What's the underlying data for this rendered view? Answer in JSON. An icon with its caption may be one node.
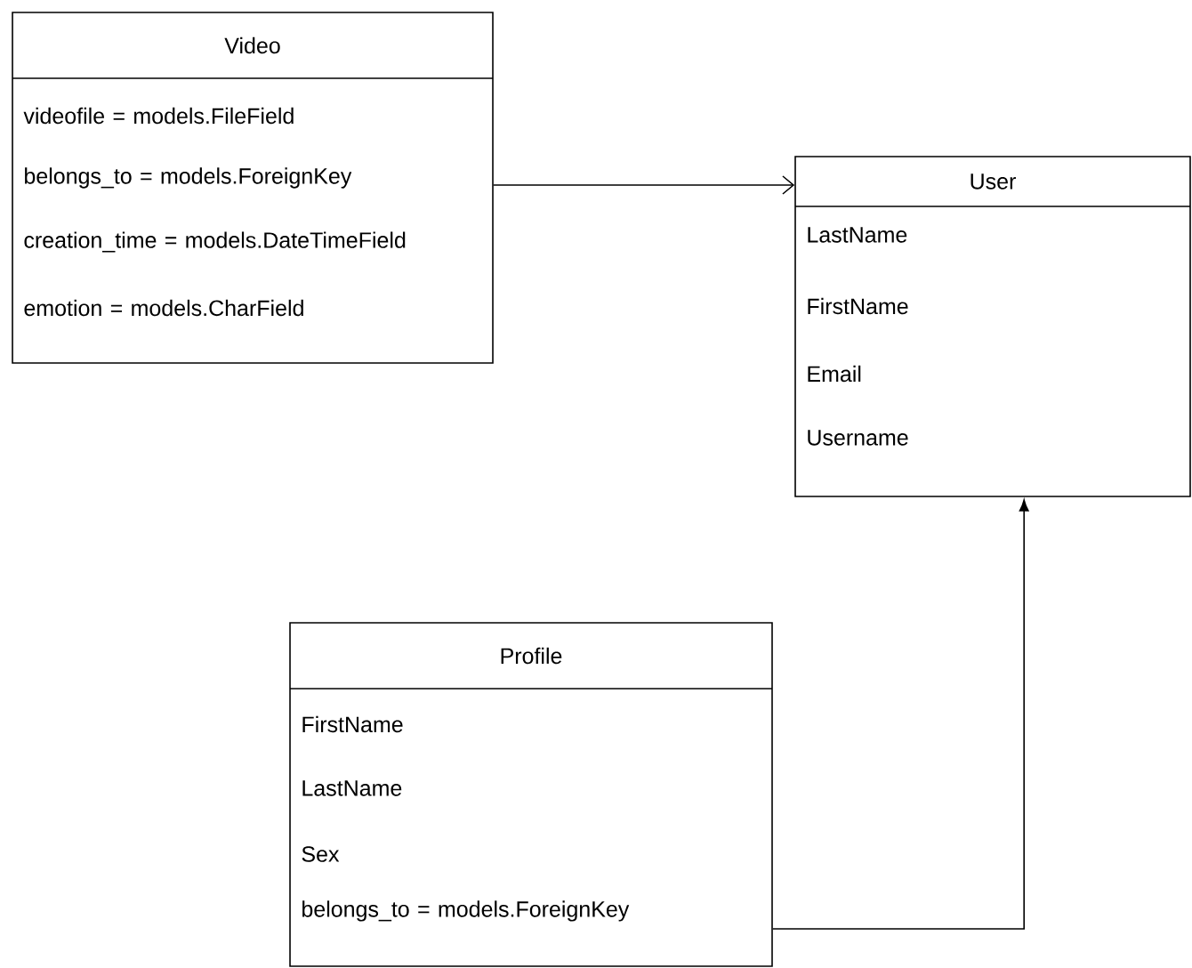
{
  "diagram": {
    "nodes": [
      {
        "text": [
          "Video"
        ]
      },
      {
        "text": [
          "videofile = models.FileField"
        ],
        "in": 0
      },
      {
        "text": [
          "belongs_to = models.ForeignKey"
        ],
        "in": 0
      },
      {
        "text": [
          "creation_time = models.DateTimeField"
        ],
        "in": 0
      },
      {
        "text": [
          "emotion = models.CharField"
        ],
        "in": 0
      },
      {
        "text": [
          "User"
        ]
      },
      {
        "text": [
          "LastName"
        ],
        "in": 5
      },
      {
        "text": [
          "FirstName"
        ],
        "in": 5
      },
      {
        "text": [
          "Email"
        ],
        "in": 5
      },
      {
        "text": [
          "Username"
        ],
        "in": 5
      },
      {
        "text": [
          "Profile"
        ]
      },
      {
        "text": [
          "FirstName"
        ],
        "in": 10
      },
      {
        "text": [
          "LastName"
        ],
        "in": 10
      },
      {
        "text": [
          "Sex"
        ],
        "in": 10
      },
      {
        "text": [
          "belongs_to = models.ForeignKey"
        ],
        "in": 10
      }
    ],
    "edges": [
      {
        "from": 0,
        "to": 5,
        "arrow": "to"
      },
      {
        "from": 10,
        "to": 5,
        "arrow": "to"
      }
    ]
  }
}
